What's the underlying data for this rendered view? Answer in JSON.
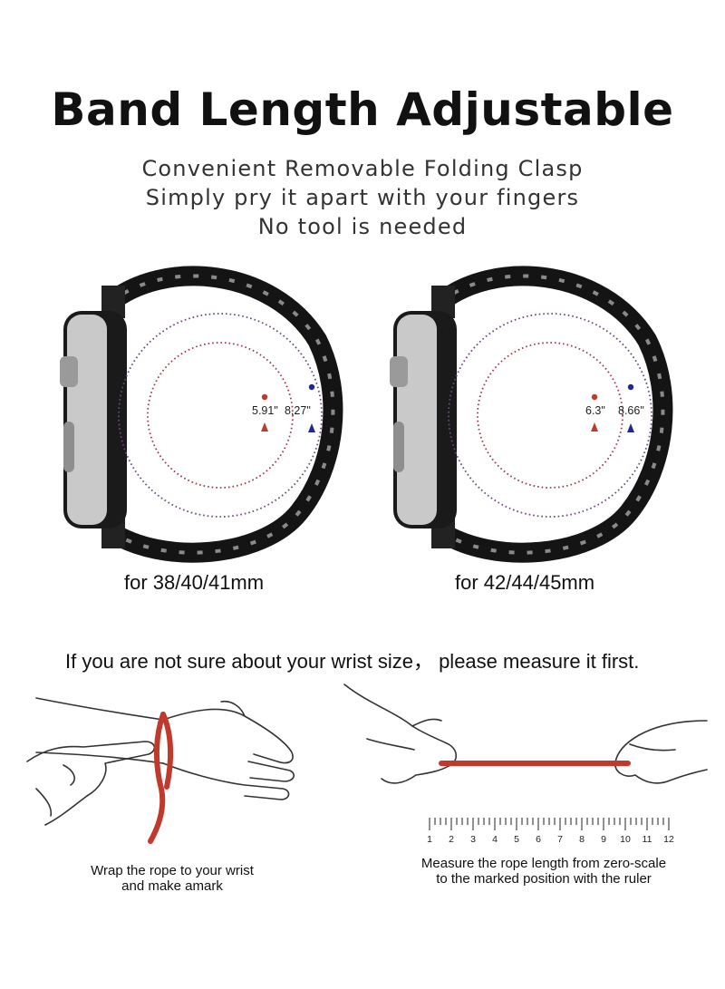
{
  "header": {
    "title": "Band Length Adjustable",
    "lines": [
      "Convenient Removable Folding Clasp",
      "Simply pry it apart with your fingers",
      "No tool is needed"
    ]
  },
  "watches": [
    {
      "inner_length": "5.91\"",
      "outer_length": "8.27\"",
      "label": "for 38/40/41mm"
    },
    {
      "inner_length": "6.3\"",
      "outer_length": "8.66\"",
      "label": "for 42/44/45mm"
    }
  ],
  "measure": {
    "note": "If you are not sure about your wrist size， please measure it first.",
    "step1": {
      "line1": "Wrap the rope to your wrist",
      "line2": "and make amark"
    },
    "step2": {
      "line1": "Measure the rope length from zero-scale",
      "line2": "to the marked position with the ruler"
    },
    "ruler_numbers": [
      "1",
      "2",
      "3",
      "4",
      "5",
      "6",
      "7",
      "8",
      "9",
      "10",
      "11",
      "12"
    ]
  },
  "colors": {
    "rope": "#c0392b",
    "inner_marker": "#c0392b",
    "outer_marker": "#1e2a8a",
    "band": "#141414"
  }
}
